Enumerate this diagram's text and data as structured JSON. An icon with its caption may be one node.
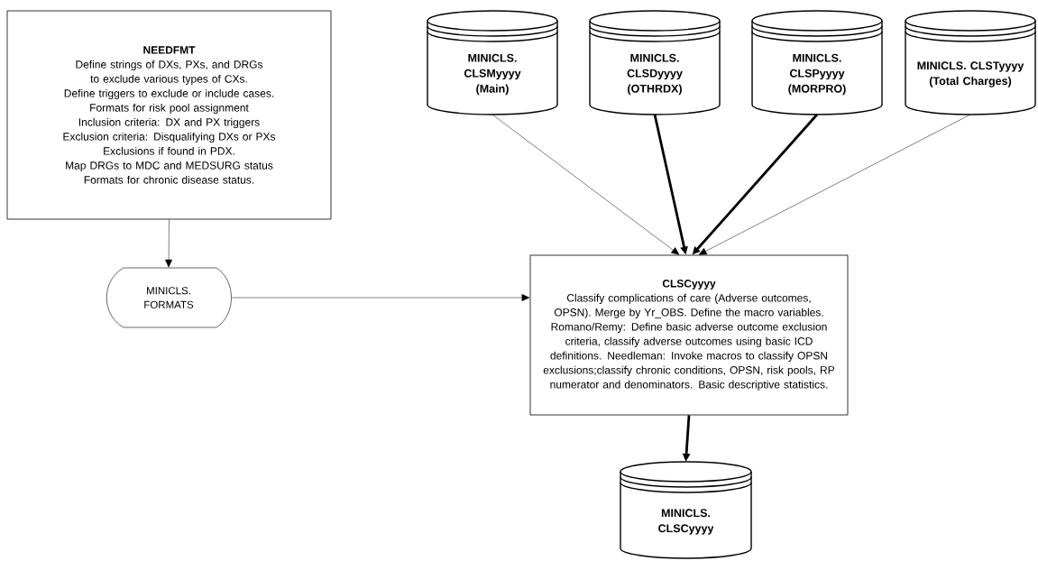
{
  "diagram": {
    "nodes": [
      {
        "text": [
          "NEEDFMT",
          "Define strings of DXs, PXs, and DRGs to exclude various types of CXs.",
          "Define triggers to exclude or include cases.",
          "Formats for risk pool assignment",
          "Inclusion criteria: DX and PX triggers",
          "Exclusion criteria: Disqualifying DXs or PXs",
          "Exclusions if found in PDX.",
          "Map DRGs to MDC and MEDSURG status",
          "Formats for chronic disease status."
        ]
      },
      {
        "text": [
          "MINICLS. FORMATS"
        ]
      },
      {
        "text": [
          "MINICLS. CLSMyyyy (Main)"
        ]
      },
      {
        "text": [
          "MINICLS. CLSDyyyy (OTHRDX)"
        ]
      },
      {
        "text": [
          "MINICLS. CLSPyyyy (MORPRO)"
        ]
      },
      {
        "text": [
          "MINICLS. CLSTyyyy (Total Charges)"
        ]
      },
      {
        "text": [
          "CLSCyyyy",
          "Classify complications of care (Adverse outcomes, OPSN). Merge by Yr_OBS.  Define the macro variables. Romano/Remy: Define basic adverse outcome exclusion criteria, classify adverse outcomes using basic ICD definitions. Needleman: Invoke macros to classify OPSN exclusions;classify chronic conditions, OPSN, risk pools, RP numerator and denominators. Basic descriptive statistics."
        ]
      },
      {
        "text": [
          "MINICLS. CLSCyyyy"
        ]
      }
    ],
    "edges": [
      {
        "from": 0,
        "to": 1,
        "arrow": "to"
      },
      {
        "from": 1,
        "to": 6,
        "arrow": "to"
      },
      {
        "from": 2,
        "to": 6,
        "arrow": "to"
      },
      {
        "from": 3,
        "to": 6,
        "arrow": "to",
        "style": "thick"
      },
      {
        "from": 4,
        "to": 6,
        "arrow": "to",
        "style": "thick"
      },
      {
        "from": 5,
        "to": 6,
        "arrow": "to"
      },
      {
        "from": 6,
        "to": 7,
        "arrow": "to",
        "style": "thick"
      }
    ]
  }
}
